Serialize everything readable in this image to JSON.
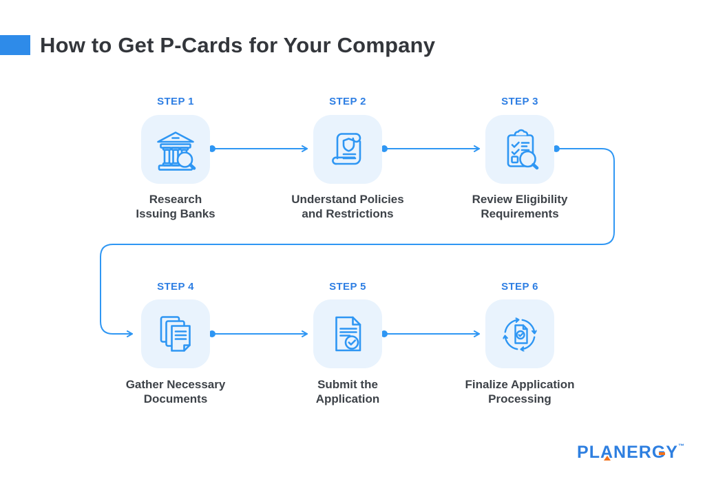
{
  "title": {
    "text": "How to Get P-Cards for Your Company"
  },
  "colors": {
    "accent_blue": "#2E96F3",
    "step_label_blue": "#2D7EE3",
    "card_background": "#E9F3FD",
    "title_text": "#33363B",
    "caption_text": "#3D4248",
    "logo_blue": "#2E7FE0",
    "logo_orange": "#F2711B"
  },
  "steps": [
    {
      "label": "STEP 1",
      "caption": "Research\nIssuing Banks",
      "icon": "bank-magnifier-icon"
    },
    {
      "label": "STEP 2",
      "caption": "Understand Policies\nand Restrictions",
      "icon": "policy-scroll-shield-icon"
    },
    {
      "label": "STEP 3",
      "caption": "Review Eligibility\nRequirements",
      "icon": "checklist-magnifier-icon"
    },
    {
      "label": "STEP 4",
      "caption": "Gather Necessary\nDocuments",
      "icon": "documents-stack-icon"
    },
    {
      "label": "STEP 5",
      "caption": "Submit the\nApplication",
      "icon": "document-check-icon"
    },
    {
      "label": "STEP 6",
      "caption": "Finalize Application\nProcessing",
      "icon": "document-cycle-icon"
    }
  ],
  "logo": {
    "text": "PLANERGY",
    "trademark": "™"
  }
}
